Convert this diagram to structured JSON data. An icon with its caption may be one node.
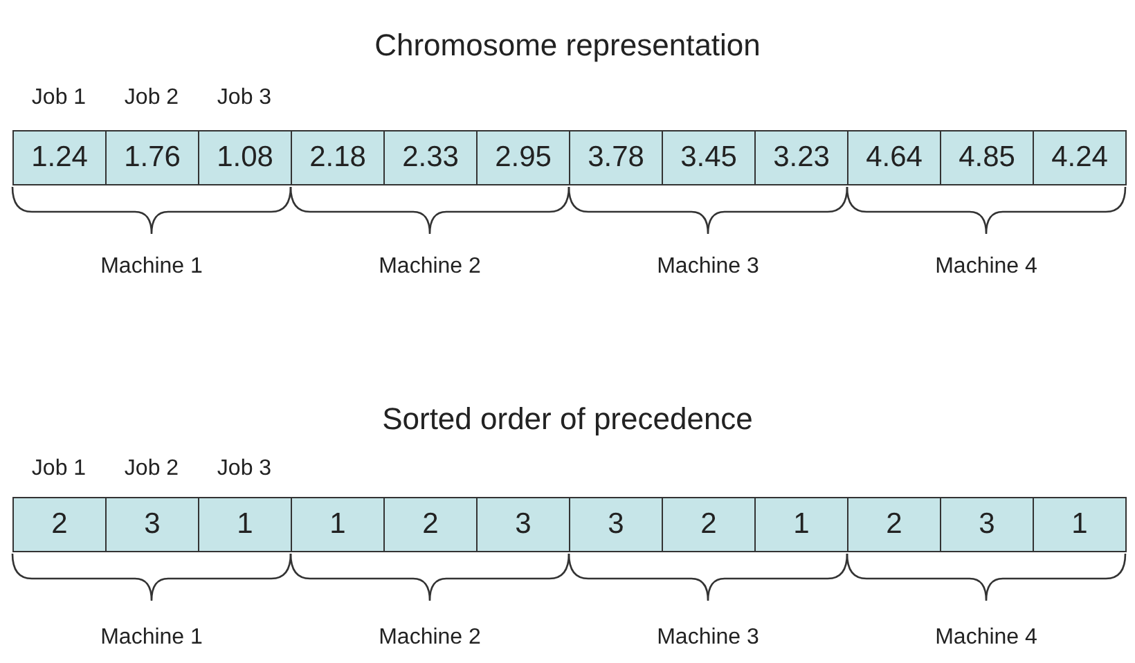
{
  "diagram": {
    "labels": [
      "Chromosome representation",
      "Job 1",
      "Job 2",
      "Job 3",
      "1.24",
      "1.76",
      "1.08",
      "2.18",
      "2.33",
      "2.95",
      "3.78",
      "3.45",
      "3.23",
      "4.64",
      "4.85",
      "4.24",
      "Machine 1",
      "Machine 2",
      "Machine 3",
      "Machine 4",
      "Sorted order of precedence",
      "Job 1",
      "Job 2",
      "Job 3",
      "2",
      "3",
      "1",
      "1",
      "2",
      "3",
      "3",
      "2",
      "1",
      "2",
      "3",
      "1",
      "Machine 1",
      "Machine 2",
      "Machine 3",
      "Machine 4"
    ]
  }
}
